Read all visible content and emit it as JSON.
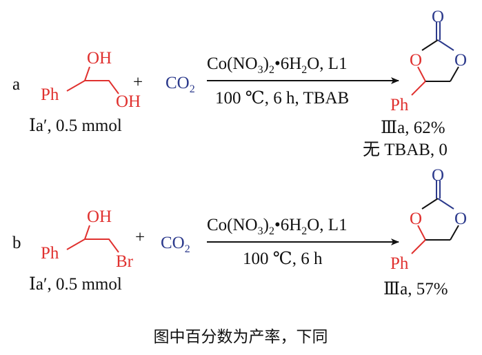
{
  "colors": {
    "reactant": "#e0312f",
    "co2": "#2c3a8c",
    "text": "#111111"
  },
  "reactions": [
    {
      "label": "a",
      "substituent_top": "OH",
      "substituent_bottom": "OH",
      "phenyl": "Ph",
      "plus": "+",
      "co2": {
        "main": "CO",
        "sub": "2"
      },
      "reactant_label": "Ⅰa′, 0.5 mmol",
      "conditions_top": {
        "a": "Co(NO",
        "b": "3",
        "c": ")",
        "d": "2",
        "e": "•6H",
        "f": "2",
        "g": "O, L1"
      },
      "conditions_bottom": "100 ℃, 6 h, TBAB",
      "product": {
        "carbonyl_o": "O",
        "ring_o_left": "O",
        "ring_o_right": "O",
        "phenyl": "Ph"
      },
      "yield_label": "Ⅲa, 62%",
      "note": "无 TBAB, 0"
    },
    {
      "label": "b",
      "substituent_top": "OH",
      "substituent_bottom": "Br",
      "phenyl": "Ph",
      "plus": "+",
      "co2": {
        "main": "CO",
        "sub": "2"
      },
      "reactant_label": "Ⅰa′, 0.5 mmol",
      "conditions_top": {
        "a": "Co(NO",
        "b": "3",
        "c": ")",
        "d": "2",
        "e": "•6H",
        "f": "2",
        "g": "O, L1"
      },
      "conditions_bottom": "100 ℃, 6 h",
      "product": {
        "carbonyl_o": "O",
        "ring_o_left": "O",
        "ring_o_right": "O",
        "phenyl": "Ph"
      },
      "yield_label": "Ⅲa, 57%"
    }
  ],
  "caption": "图中百分数为产率，下同"
}
